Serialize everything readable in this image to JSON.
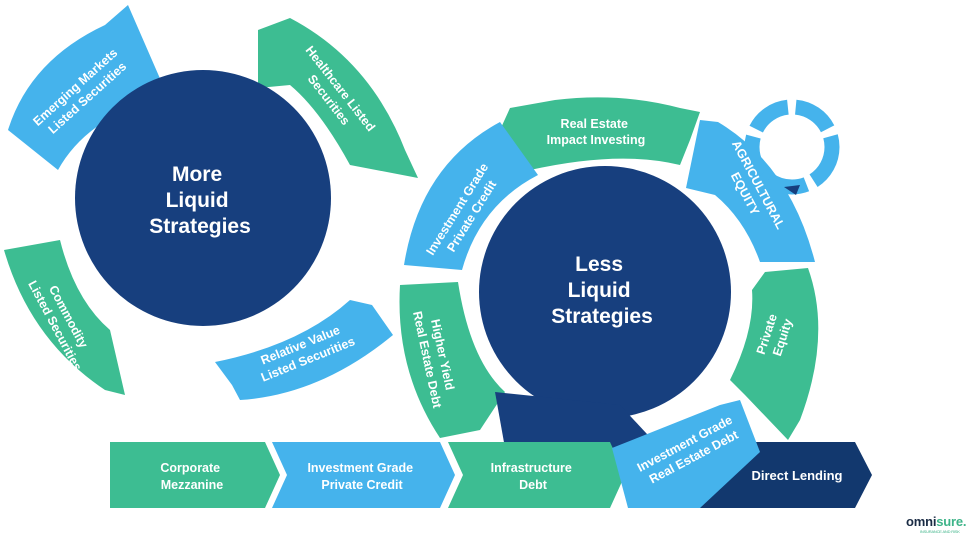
{
  "colors": {
    "navy": "#173f7e",
    "navy_dark": "#12386e",
    "green": "#3dbd92",
    "blue": "#45b3ec"
  },
  "more_liquid": {
    "title_lines": [
      "More",
      "Liquid",
      "Strategies"
    ],
    "segments": {
      "emerging": [
        "Emerging Markets",
        "Listed Securities"
      ],
      "healthcare": [
        "Healthcare Listed",
        "Securities"
      ],
      "relative_value": [
        "Relative Value",
        "Listed Securities"
      ],
      "commodity": [
        "Commodity",
        "Listed Securities"
      ]
    }
  },
  "less_liquid": {
    "title_lines": [
      "Less",
      "Liquid",
      "Strategies"
    ],
    "segments": {
      "real_estate_impact": [
        "Real Estate",
        "Impact Investing"
      ],
      "agricultural": [
        "AGRICULTURAL",
        "EQUITY"
      ],
      "private_equity": [
        "Private",
        "Equity"
      ],
      "ig_re_debt": [
        "Investment Grade",
        "Real Estate Debt"
      ],
      "higher_yield": [
        "Higher Yield",
        "Real Estate Debt"
      ],
      "ig_private_credit": [
        "Investment Grade",
        "Private Credit"
      ]
    }
  },
  "bottom_row": {
    "corporate_mezzanine": [
      "Corporate",
      "Mezzanine"
    ],
    "ig_private_credit": [
      "Investment Grade",
      "Private Credit"
    ],
    "infrastructure_debt": [
      "Infrastructure",
      "Debt"
    ],
    "direct_lending": [
      "Direct Lending"
    ]
  },
  "brand": {
    "name_a": "omni",
    "name_b": "sure.",
    "tagline": "INSURANCE AND RISK"
  }
}
